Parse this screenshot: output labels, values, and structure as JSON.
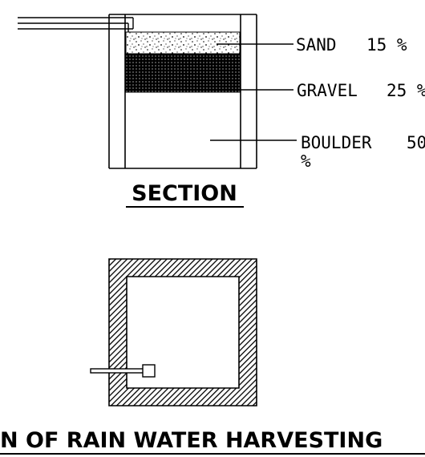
{
  "section": {
    "title": "SECTION",
    "layers": [
      {
        "material": "SAND",
        "percent": "15 %"
      },
      {
        "material": "GRAVEL",
        "percent": "25 %"
      },
      {
        "material": "BOULDER",
        "percent": "50",
        "percent_wrap": "%"
      }
    ]
  },
  "plan": {
    "title": "N OF RAIN WATER HARVESTING"
  }
}
